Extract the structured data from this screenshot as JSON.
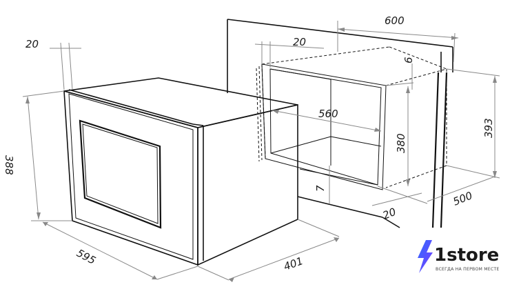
{
  "dimensions": {
    "d_20_top": "20",
    "d_600": "600",
    "d_20_niche": "20",
    "d_6": "6",
    "d_560": "560",
    "d_380": "380",
    "d_393": "393",
    "d_7": "7",
    "d_20_bottom": "20",
    "d_500": "500",
    "d_388": "388",
    "d_595": "595",
    "d_401": "401"
  },
  "logo": {
    "name": "1store",
    "tagline": "ВСЕГДА НА ПЕРВОМ МЕСТЕ",
    "accent": "#2f6bff",
    "accent2": "#7b3dff"
  }
}
